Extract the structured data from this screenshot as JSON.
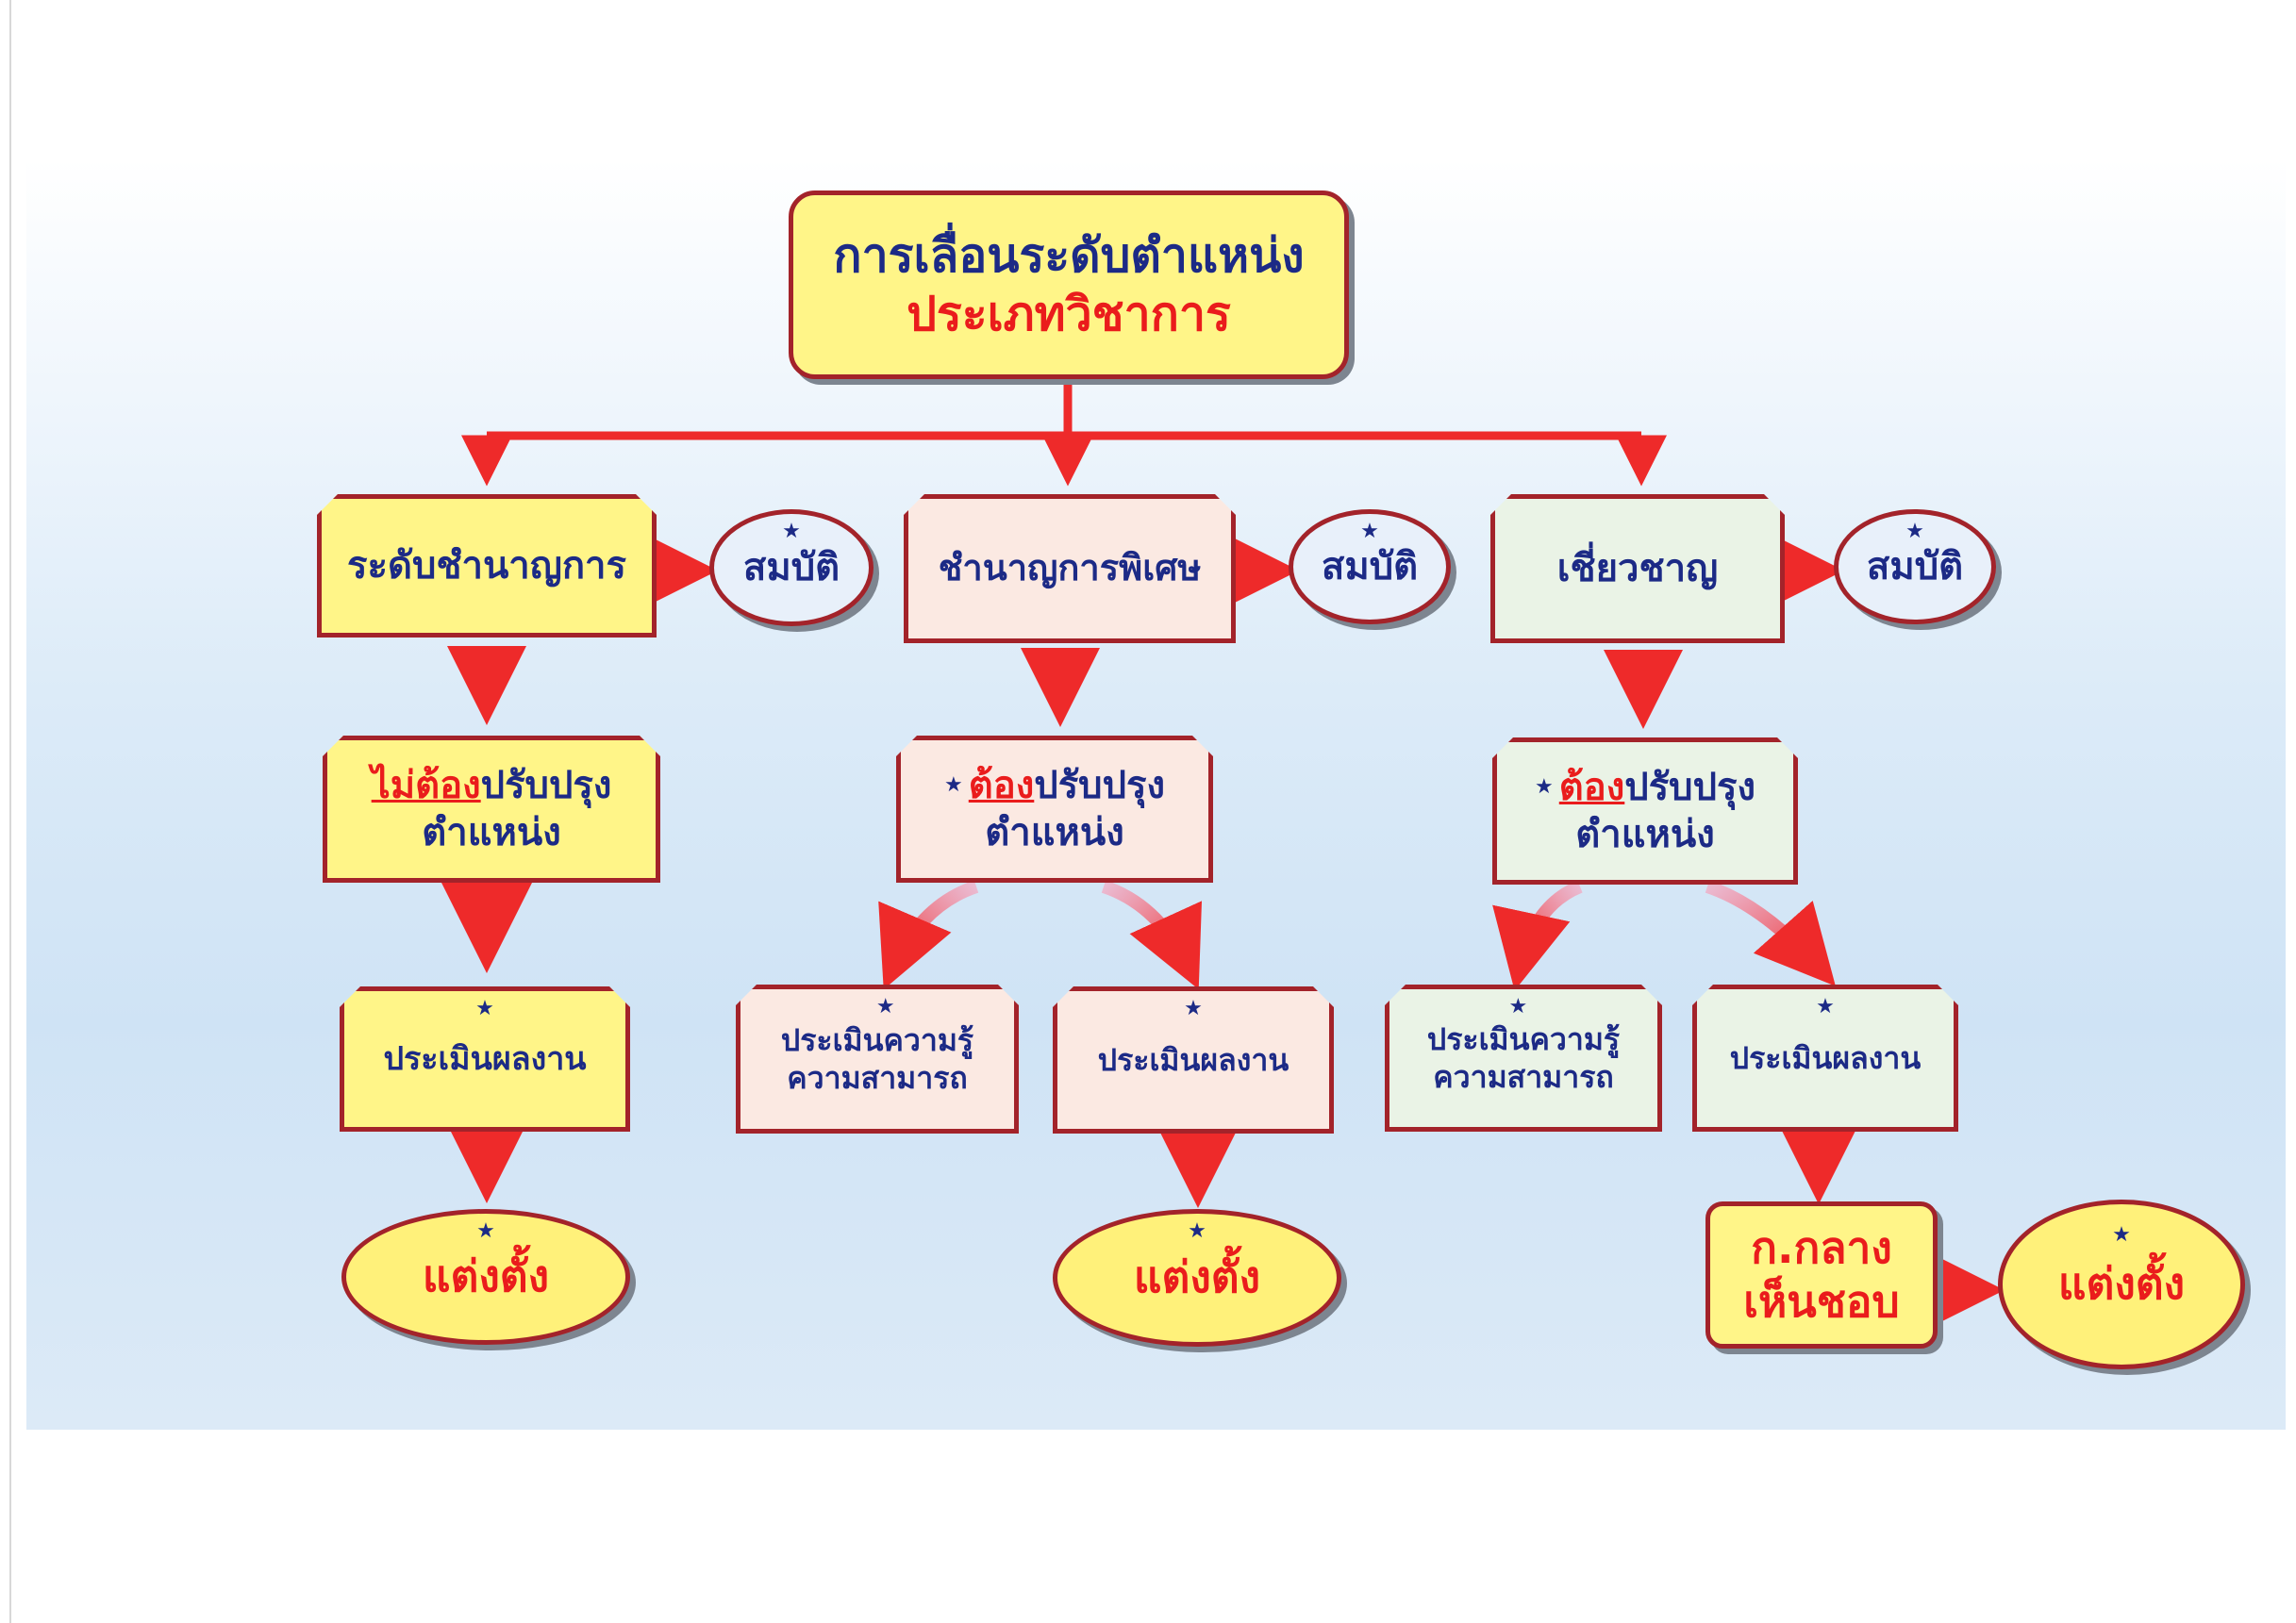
{
  "title": {
    "line1": "การเลื่อนระดับตำแหน่ง",
    "line2": "ประเภทวิชาการ"
  },
  "branches": [
    {
      "level": "ระดับชำนาญการ",
      "qualification": "สมบัติ",
      "revision_emphasis": "ไม่ต้อง",
      "revision_rest": "ปรับปรุง",
      "revision_line2": "ตำแหน่ง",
      "evaluation": "ประเมินผลงาน",
      "appointment": "แต่งตั้ง"
    },
    {
      "level": "ชำนาญการพิเศษ",
      "qualification": "สมบัติ",
      "revision_emphasis": "ต้อง",
      "revision_rest": "ปรับปรุง",
      "revision_line2": "ตำแหน่ง",
      "knowledge_line1": "ประเมินความรู้",
      "knowledge_line2": "ความสามารถ",
      "evaluation": "ประเมินผลงาน",
      "appointment": "แต่งตั้ง"
    },
    {
      "level": "เชี่ยวชาญ",
      "qualification": "สมบัติ",
      "revision_emphasis": "ต้อง",
      "revision_rest": "ปรับปรุง",
      "revision_line2": "ตำแหน่ง",
      "knowledge_line1": "ประเมินความรู้",
      "knowledge_line2": "ความสามารถ",
      "evaluation": "ประเมินผลงาน",
      "committee_line1": "ก.กลาง",
      "committee_line2": "เห็นชอบ",
      "appointment": "แต่งตั้ง"
    }
  ],
  "star_symbol": "★",
  "colors": {
    "border": "#a3232a",
    "arrow": "#ee2a2a",
    "text_navy": "#1c2a86",
    "text_red": "#ea1c1c",
    "fill_yellow": "#fff588",
    "fill_pink": "#fbe9e2",
    "fill_mint": "#eaf3e6"
  }
}
